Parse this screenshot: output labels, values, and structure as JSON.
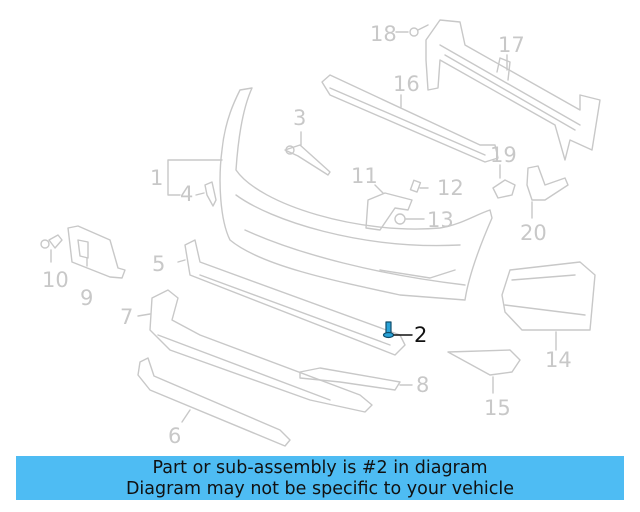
{
  "diagram": {
    "highlighted_part": "2",
    "highlight_color": "#4ebcf3",
    "line_color": "#c8c8c8",
    "callouts": [
      {
        "label": "1",
        "part": "bumper-cover"
      },
      {
        "label": "2",
        "part": "screw",
        "highlighted": true
      },
      {
        "label": "3",
        "part": "rivet"
      },
      {
        "label": "4",
        "part": "bracket-clip"
      },
      {
        "label": "5",
        "part": "absorber"
      },
      {
        "label": "6",
        "part": "lower-trim"
      },
      {
        "label": "7",
        "part": "lower-grille"
      },
      {
        "label": "8",
        "part": "trim-strip"
      },
      {
        "label": "9",
        "part": "license-bracket"
      },
      {
        "label": "10",
        "part": "push-pin"
      },
      {
        "label": "11",
        "part": "side-bracket"
      },
      {
        "label": "12",
        "part": "clip"
      },
      {
        "label": "13",
        "part": "nut"
      },
      {
        "label": "14",
        "part": "grille-insert"
      },
      {
        "label": "15",
        "part": "lamp-cover"
      },
      {
        "label": "16",
        "part": "energy-absorber"
      },
      {
        "label": "17",
        "part": "reinforcement-bar"
      },
      {
        "label": "18",
        "part": "bolt"
      },
      {
        "label": "19",
        "part": "guide-pin"
      },
      {
        "label": "20",
        "part": "mount-bracket"
      }
    ]
  },
  "banner": {
    "line1": "Part or sub-assembly is #2 in diagram",
    "line2": "Diagram may not be specific to your vehicle",
    "background": "#4ebcf3"
  }
}
